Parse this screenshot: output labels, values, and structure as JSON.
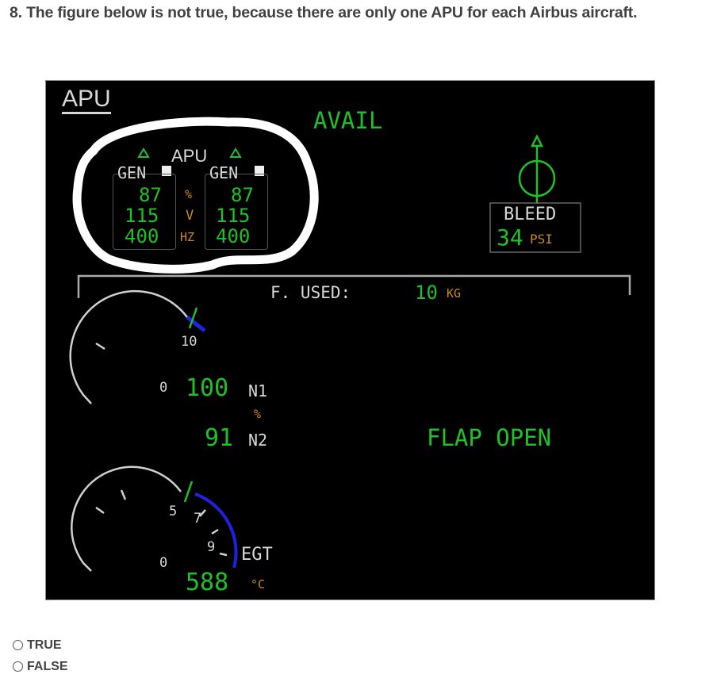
{
  "question": {
    "number": "8.",
    "text": "8. The figure below is not true, because there are only one APU for each Airbus aircraft."
  },
  "ecam": {
    "page_title": "APU",
    "status": "AVAIL",
    "gen_header": "APU",
    "gen_left": {
      "label": "GEN",
      "load": "87",
      "volts": "115",
      "freq": "400"
    },
    "gen_right": {
      "label": "GEN",
      "load": "87",
      "volts": "115",
      "freq": "400"
    },
    "units": {
      "load": "%",
      "volts": "V",
      "freq": "HZ"
    },
    "bleed": {
      "label": "BLEED",
      "value": "34",
      "unit": "PSI"
    },
    "fuel_used": {
      "label": "F. USED:",
      "value": "10",
      "unit": "KG"
    },
    "n_gauge": {
      "tick_10": "10",
      "tick_0": "0",
      "n1_value": "100",
      "n1_label": "N1",
      "unit": "%",
      "n2_value": "91",
      "n2_label": "N2"
    },
    "egt_gauge": {
      "tick_0": "0",
      "tick_5": "5",
      "tick_7": "7",
      "tick_9": "9",
      "label": "EGT",
      "value": "588",
      "unit": "°C"
    },
    "flap": "FLAP OPEN",
    "colors": {
      "green": "#21c02a",
      "amber": "#c98a1a",
      "white": "#d8d8d8",
      "blue": "#2020e0",
      "background": "#000000"
    }
  },
  "answers": {
    "options": [
      {
        "label": "TRUE",
        "selected": false
      },
      {
        "label": "FALSE",
        "selected": false
      }
    ]
  }
}
